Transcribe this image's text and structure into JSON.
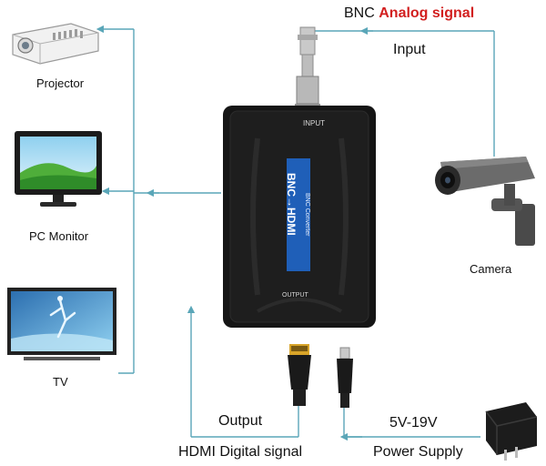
{
  "labels": {
    "bnc_prefix": "BNC",
    "bnc_signal": "Analog signal",
    "input": "Input",
    "projector": "Projector",
    "pc_monitor": "PC Monitor",
    "tv": "TV",
    "camera": "Camera",
    "output": "Output",
    "hdmi_signal": "HDMI Digital signal",
    "voltage": "5V-19V",
    "power_supply": "Power Supply"
  },
  "converter": {
    "badge": "BNC→HDMI",
    "sub": "BNC Converter",
    "top_text": "INPUT",
    "bottom_text": "OUTPUT"
  },
  "colors": {
    "line": "#5aa6b8",
    "signal_red": "#d21f1f",
    "device_body": "#151515",
    "badge_blue": "#1f5fb8"
  }
}
